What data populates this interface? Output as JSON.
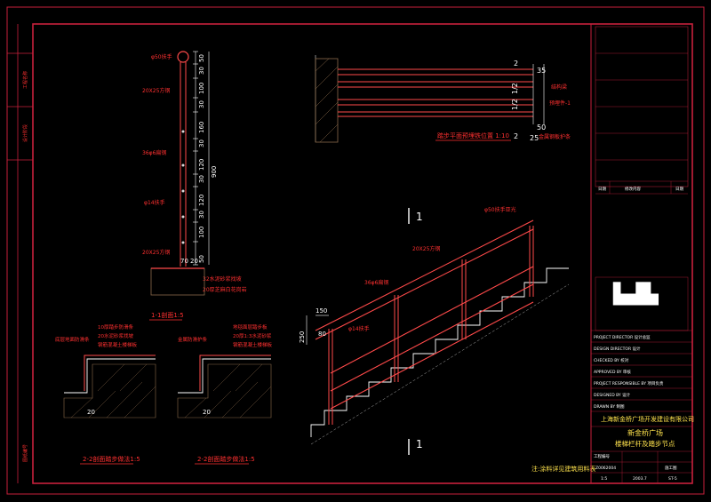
{
  "colors": {
    "background": "#000000",
    "frame": "#c8203c",
    "annotation": "#ff3030",
    "dimension": "#ffffff",
    "rail": "#ff4a4a",
    "hatch": "#8a6a4a"
  },
  "elevation_1_1": {
    "title": "1-1剖面1:5",
    "labels": [
      "φ50扶手",
      "20X25方钢",
      "36φ6扁钢",
      "φ14扶手",
      "20X25方钢",
      "32水泥砂浆找坡",
      "20厚芝麻白花岗岩"
    ],
    "dims": [
      "50",
      "30",
      "100",
      "30",
      "160",
      "30",
      "120",
      "30",
      "120",
      "30",
      "100",
      "70",
      "20",
      "50",
      "900"
    ]
  },
  "plan_detail": {
    "title": "踏步平面预埋铁位置 1:10",
    "labels": [
      "结构梁",
      "预埋件-1",
      "金属钢板护条"
    ],
    "dims": [
      "2",
      "35",
      "1/2",
      "1/2",
      "50",
      "25",
      "2"
    ]
  },
  "stair_section": {
    "labels": [
      "φ50扶手亚光",
      "20X25方钢",
      "36φ6扁钢",
      "φ14扶手"
    ],
    "dims": [
      "150",
      "80",
      "250"
    ],
    "markers": [
      "1",
      "1"
    ]
  },
  "detail_2_2_left": {
    "title": "2-2剖面踏步做法1:5",
    "labels": [
      "10厚踏步防滑条",
      "20水泥砂浆找坡",
      "钢筋混凝土楼梯板",
      "底层地面防滑条"
    ],
    "dims": [
      "20"
    ]
  },
  "detail_2_2_right": {
    "title": "2-2剖面踏步做法1:5",
    "labels": [
      "地毯面层踏步板",
      "20厚1:3水泥砂浆",
      "钢筋混凝土楼梯板",
      "金属防滑护条"
    ],
    "dims": [
      "20"
    ]
  },
  "note": "注:涂料详见建筑用料表",
  "title_block": {
    "table1_hdr": [
      "日期",
      "修改内容",
      "日期"
    ],
    "rows": [
      "PROJECT DIRECTOR 设计总监",
      "DESIGN DIRECTOR 设计",
      "CHECKED BY 校对",
      "APPROVED BY 审核",
      "PROJECT RESPONSIBLE BY 项目负责",
      "DESIGNED BY 设计",
      "DRAWN BY 制图"
    ],
    "company": "上海新金桥广场开发建设有限公司",
    "project": "新金桥广场",
    "drawing_title": "楼梯栏杆及踏步节点",
    "project_no_label": "工程编号",
    "project_no": "Z0062004",
    "stage": "施工图",
    "scale": "1:5",
    "date": "2003.7",
    "sheet": "ST-5"
  },
  "left_strip": [
    "工程名称",
    "设计阶段",
    "图纸编号"
  ]
}
